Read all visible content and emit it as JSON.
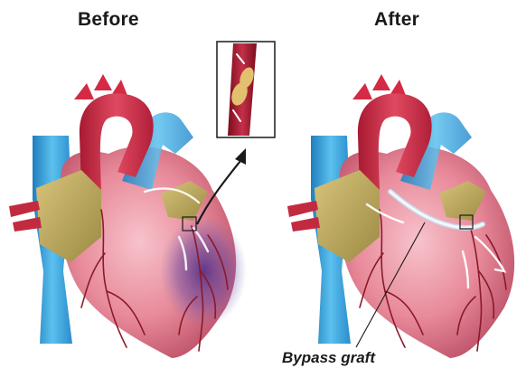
{
  "headings": {
    "before": "Before",
    "after": "After"
  },
  "labels": {
    "bypass_graft": "Bypass graft"
  },
  "colors": {
    "heart_muscle": "#e88a9a",
    "heart_shadow": "#c0566e",
    "aorta_red": "#d42a45",
    "vein_blue": "#3aa6dd",
    "fat_yellow": "#c7b266",
    "ischemia_purple": "#5a3a8e",
    "artery_line": "#8a1a2a",
    "graft_white": "#f2f2f2"
  }
}
